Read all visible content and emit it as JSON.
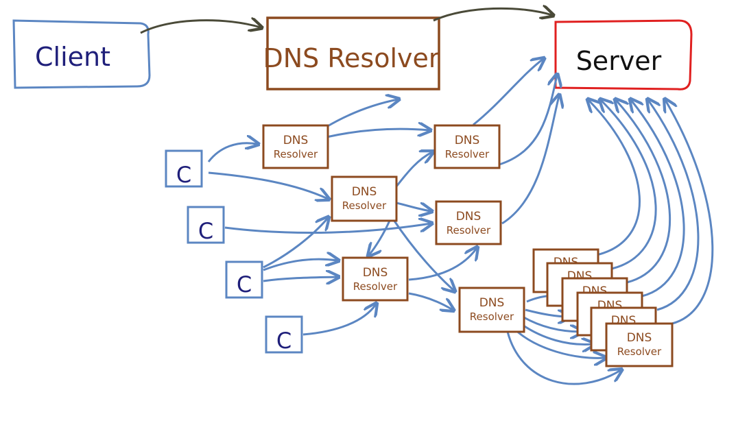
{
  "colors": {
    "client": "#5b86c2",
    "client_text": "#1f1f7a",
    "resolver": "#8c4a1f",
    "server": "#e02020",
    "top_arrow": "#4a4a38",
    "arrow": "#5b86c2"
  },
  "top": {
    "client_label": "Client",
    "resolver_label": "DNS Resolver",
    "server_label": "Server"
  },
  "clients": [
    "C",
    "C",
    "C",
    "C"
  ],
  "resolvers": [
    {
      "line1": "DNS",
      "line2": "Resolver"
    },
    {
      "line1": "DNS",
      "line2": "Resolver"
    },
    {
      "line1": "DNS",
      "line2": "Resolver"
    },
    {
      "line1": "DNS",
      "line2": "Resolver"
    },
    {
      "line1": "DNS",
      "line2": "Resolver"
    },
    {
      "line1": "DNS",
      "line2": "Resolver"
    }
  ],
  "stack": [
    {
      "line1": "DNS"
    },
    {
      "line1": "DNS"
    },
    {
      "line1": "DNS"
    },
    {
      "line1": "DNS"
    },
    {
      "line1": "DNS"
    },
    {
      "line1": "DNS",
      "line2": "Resolver"
    }
  ]
}
